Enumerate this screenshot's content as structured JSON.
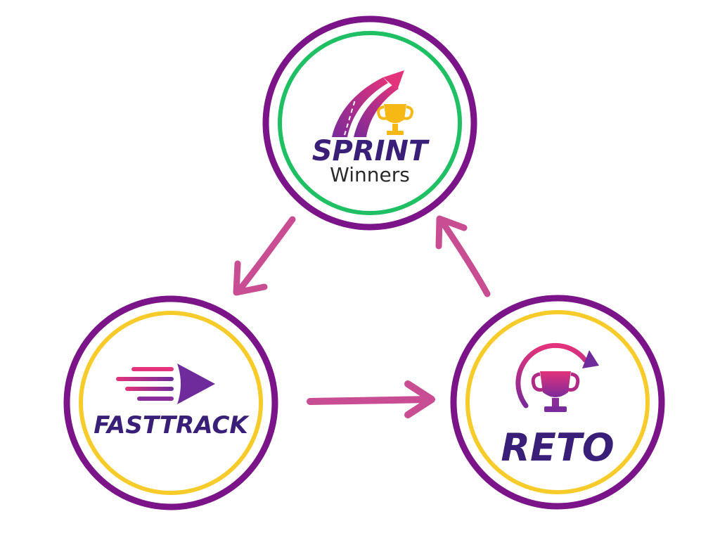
{
  "colors": {
    "outer_ring": "#7b1489",
    "sprint_inner_ring": "#1fbf63",
    "gold_inner_ring": "#f7cc2a",
    "arrow": "#c84d92",
    "brand_navy": "#3a1f78",
    "brand_magenta": "#d8277a",
    "brand_purple": "#7a2a9a",
    "trophy_gold": "#f5b814",
    "sub_text": "#2a2a2a"
  },
  "nodes": {
    "sprint": {
      "title": "SPRINT",
      "subtitle": "Winners",
      "icon": "road-arrow-trophy-icon",
      "inner_ring_color": "green"
    },
    "fasttrack": {
      "title": "FASTTRACK",
      "icon": "speed-arrow-icon",
      "inner_ring_color": "gold"
    },
    "reto": {
      "title": "RETO",
      "icon": "trophy-cycle-icon",
      "inner_ring_color": "gold"
    }
  },
  "edges": [
    {
      "from": "sprint",
      "to": "fasttrack"
    },
    {
      "from": "fasttrack",
      "to": "reto"
    },
    {
      "from": "reto",
      "to": "sprint"
    }
  ]
}
